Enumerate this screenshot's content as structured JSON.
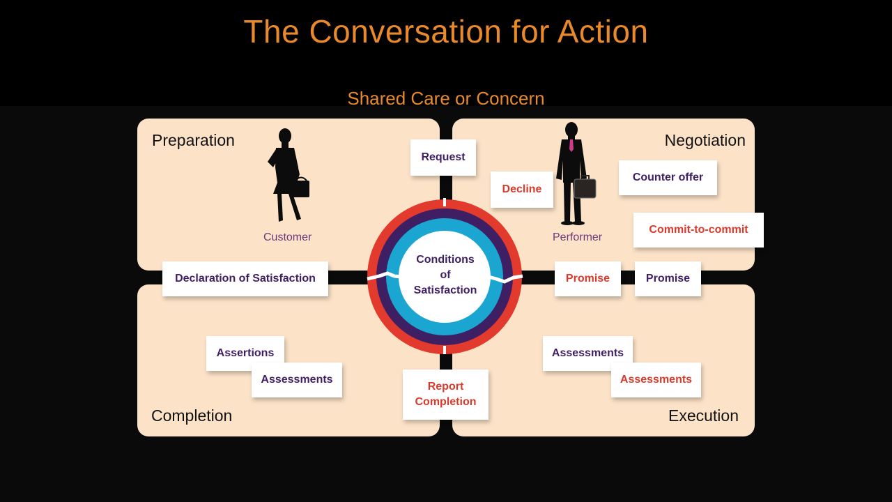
{
  "title": "The Conversation for Action",
  "subtitle": "Shared Care or Concern",
  "quadrants": {
    "preparation": "Preparation",
    "negotiation": "Negotiation",
    "completion": "Completion",
    "execution": "Execution"
  },
  "roles": {
    "customer": "Customer",
    "performer": "Performer"
  },
  "center": {
    "line1": "Conditions",
    "line2": "of",
    "line3": "Satisfaction"
  },
  "cards": {
    "request": "Request",
    "decline": "Decline",
    "counter_offer": "Counter offer",
    "commit_to_commit": "Commit-to-commit",
    "promise_red": "Promise",
    "promise_purple": "Promise",
    "declaration_of_satisfaction": "Declaration of Satisfaction",
    "assertions": "Assertions",
    "assessments_left": "Assessments",
    "report_line1": "Report",
    "report_line2": "Completion",
    "assessments_right_purple": "Assessments",
    "assessments_right_red": "Assessments"
  },
  "colors": {
    "title": "#e8892b",
    "quadrant_fill": "#fce3c8",
    "ring_outer": "#e23a2c",
    "ring_middle": "#3f1f63",
    "ring_inner": "#1aa6d0",
    "text_purple": "#3f1f63",
    "text_red": "#d93a2b"
  },
  "icons": [
    "woman-silhouette-icon",
    "man-silhouette-icon"
  ]
}
